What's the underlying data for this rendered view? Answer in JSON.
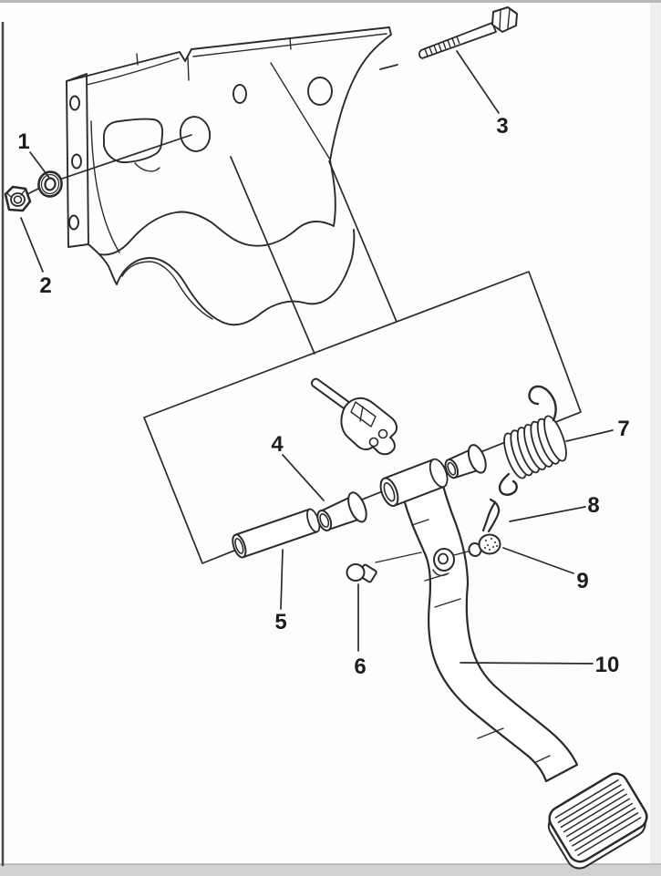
{
  "figure": {
    "type": "exploded-parts-diagram",
    "subject": "Pedal bracket and brake pedal assembly"
  },
  "colors": {
    "line": "#2b2b2b",
    "background": "#fdfdfd",
    "page_edge": "#d2d2d2"
  },
  "callouts": [
    {
      "label": "1"
    },
    {
      "label": "2"
    },
    {
      "label": "3"
    },
    {
      "label": "4"
    },
    {
      "label": "5"
    },
    {
      "label": "6"
    },
    {
      "label": "7"
    },
    {
      "label": "8"
    },
    {
      "label": "9"
    },
    {
      "label": "10"
    }
  ]
}
